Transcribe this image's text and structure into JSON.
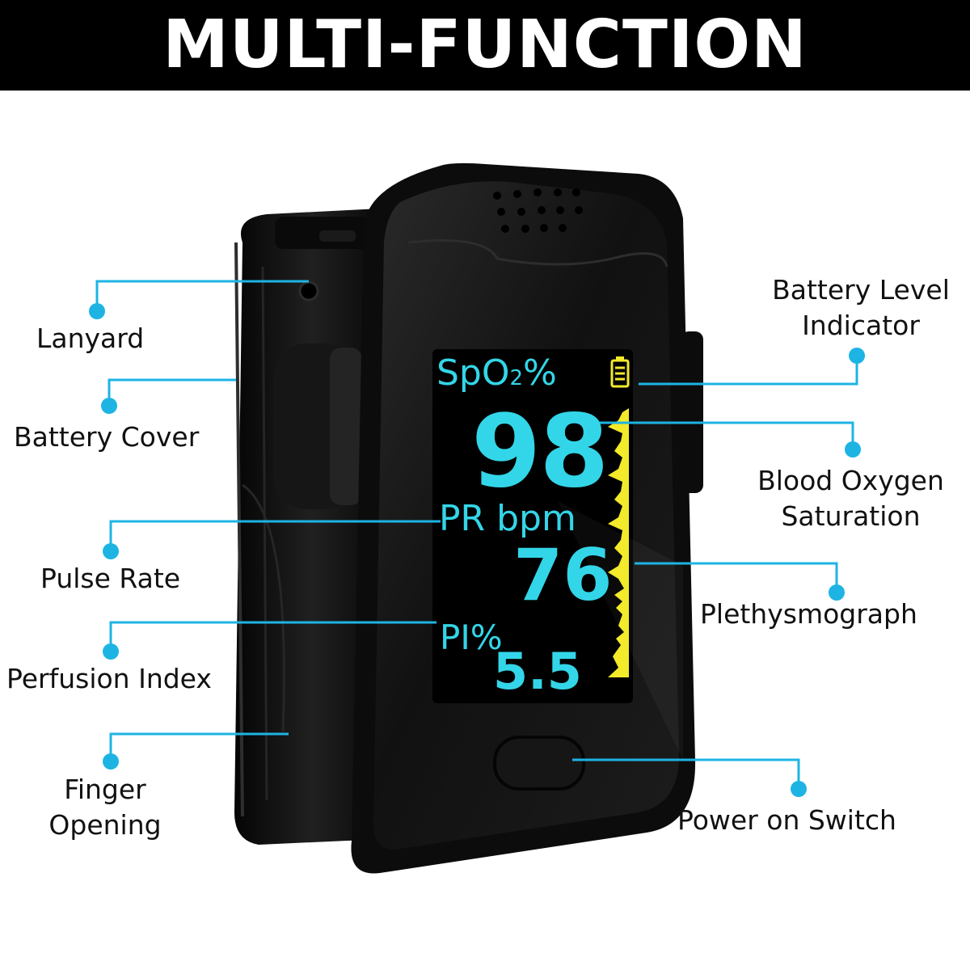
{
  "banner": {
    "title": "MULTI-FUNCTION"
  },
  "colors": {
    "accent": "#1db4e4",
    "screen_text": "#33d6e8",
    "pleth": "#f2ea2a",
    "device": "#141414",
    "banner": "#000000"
  },
  "screen": {
    "spo2_label": "SpO",
    "spo2_sub": "2",
    "spo2_unit": "%",
    "spo2_value": "98",
    "pr_label": "PR bpm",
    "pr_value": "76",
    "pi_label": "PI%",
    "pi_value": "5.5",
    "battery_icon": "battery-icon"
  },
  "labels": {
    "lanyard": "Lanyard",
    "battery_cover": "Battery Cover",
    "pulse_rate": "Pulse Rate",
    "perfusion_index": "Perfusion Index",
    "finger_opening_line1": "Finger",
    "finger_opening_line2": "Opening",
    "battery_level_line1": "Battery Level",
    "battery_level_line2": "Indicator",
    "blood_oxygen_line1": "Blood Oxygen",
    "blood_oxygen_line2": "Saturation",
    "plethysmograph": "Plethysmograph",
    "power_switch": "Power on Switch"
  }
}
